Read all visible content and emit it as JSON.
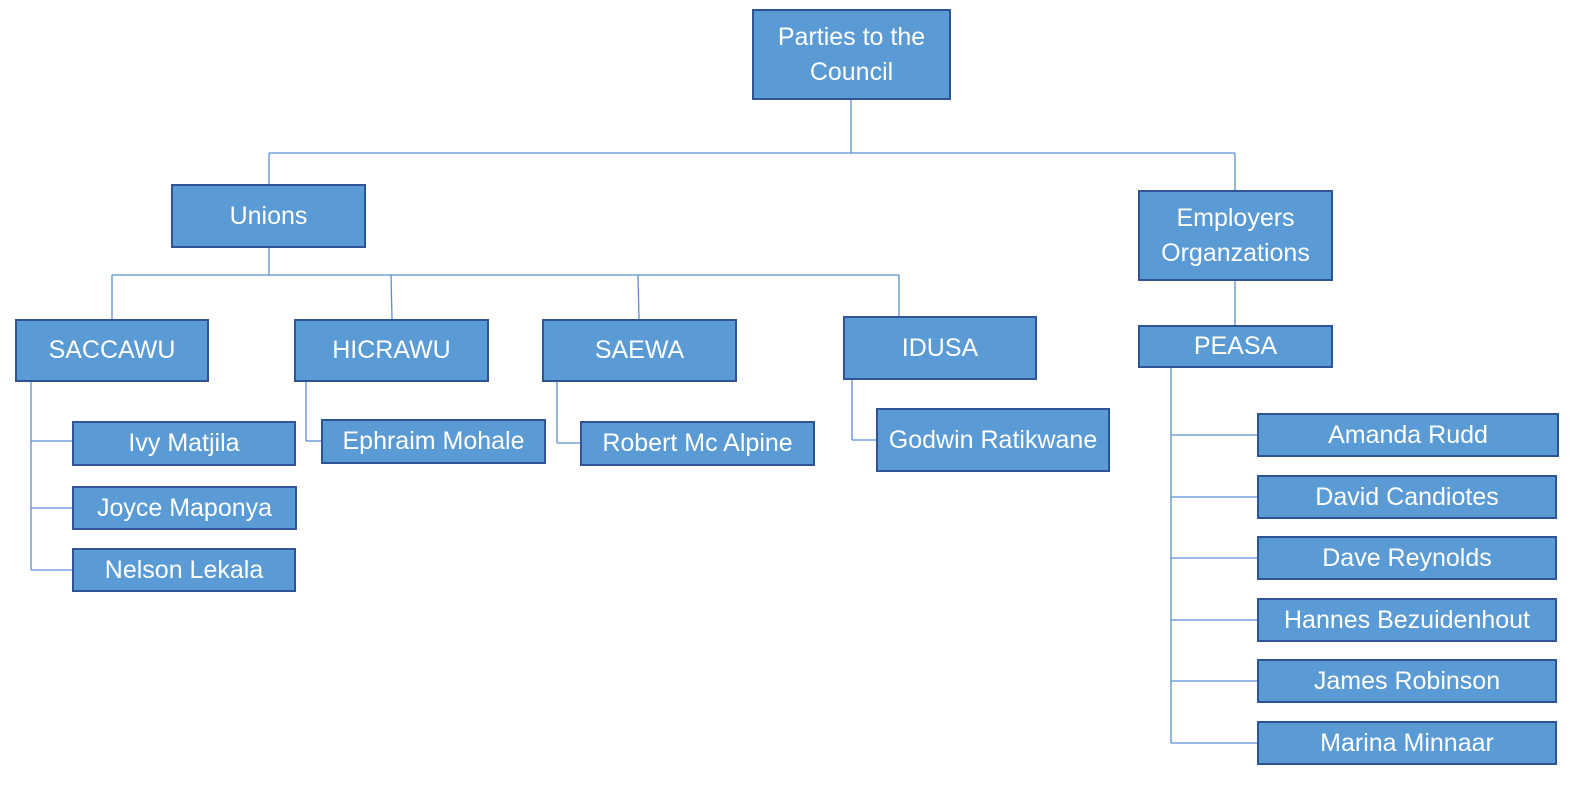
{
  "org_chart": {
    "root": "Parties to the Council",
    "unions": {
      "label": "Unions",
      "saccawu": {
        "label": "SACCAWU",
        "members": [
          "Ivy Matjila",
          "Joyce Maponya",
          "Nelson Lekala"
        ]
      },
      "hicrawu": {
        "label": "HICRAWU",
        "members": [
          "Ephraim Mohale"
        ]
      },
      "saewa": {
        "label": "SAEWA",
        "members": [
          "Robert Mc Alpine"
        ]
      },
      "idusa": {
        "label": "IDUSA",
        "members": [
          "Godwin Ratikwane"
        ]
      }
    },
    "employers": {
      "label": "Employers Organzations",
      "peasa": {
        "label": "PEASA",
        "members": [
          "Amanda Rudd",
          "David Candiotes",
          "Dave Reynolds",
          "Hannes Bezuidenhout",
          "James Robinson",
          "Marina Minnaar"
        ]
      }
    }
  },
  "style": {
    "box_fill": "#5B9BD5",
    "box_border": "#2F5496",
    "connector": "#5B8DD6",
    "text": "#FFFFFF"
  }
}
